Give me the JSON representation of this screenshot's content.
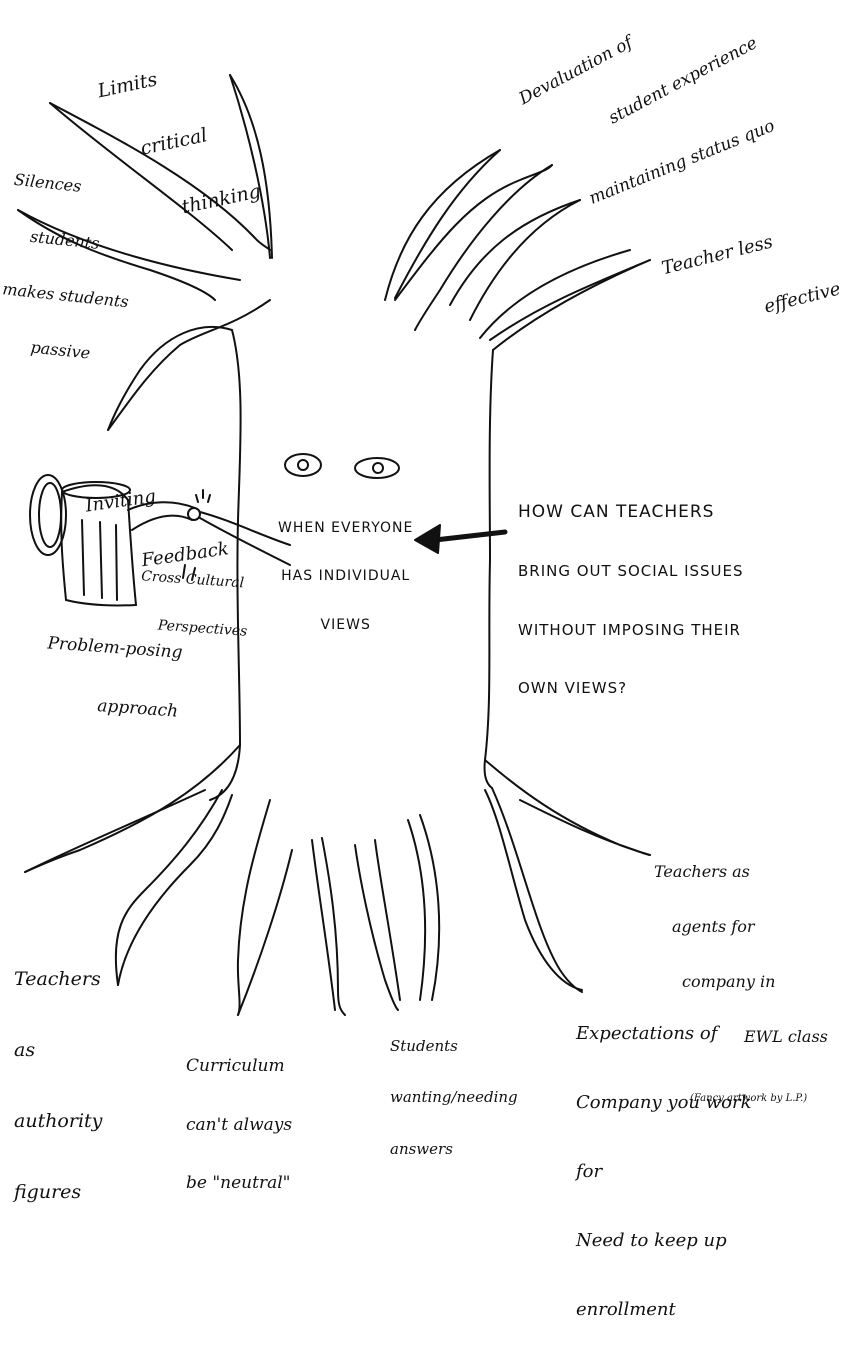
{
  "branches": {
    "limits_critical_thinking": [
      "Limits",
      "critical",
      "thinking"
    ],
    "silences_students": [
      "Silences",
      "students",
      "makes students",
      "passive"
    ],
    "devaluation": [
      "Devaluation of",
      "student experience"
    ],
    "status_quo": "maintaining status quo",
    "teacher_less_effective": [
      "Teacher less",
      "effective"
    ]
  },
  "center": {
    "watering_can_label": [
      "Inviting",
      "Feedback"
    ],
    "cross_cultural": [
      "Cross Cultural",
      "Perspectives"
    ],
    "problem_posing": [
      "Problem-posing",
      "approach"
    ],
    "trunk_text": [
      "WHEN EVERYONE",
      "HAS INDIVIDUAL",
      "VIEWS"
    ],
    "question": [
      "HOW CAN TEACHERS",
      "BRING OUT SOCIAL ISSUES",
      "WITHOUT IMPOSING THEIR",
      "OWN VIEWS?"
    ]
  },
  "roots": {
    "teachers_agents": [
      "Teachers as",
      "agents for",
      "company in",
      "EWL class"
    ],
    "teachers_authority": [
      "Teachers",
      "as",
      "authority",
      "figures"
    ],
    "curriculum": [
      "Curriculum",
      "can't always",
      "be \"neutral\""
    ],
    "students_wanting": [
      "Students",
      "wanting/needing",
      "answers"
    ],
    "expectations": [
      "Expectations of",
      "Company you work",
      "for",
      "Need to keep up",
      "enrollment"
    ]
  },
  "credit": "(Fancy artwork by L.P.)"
}
